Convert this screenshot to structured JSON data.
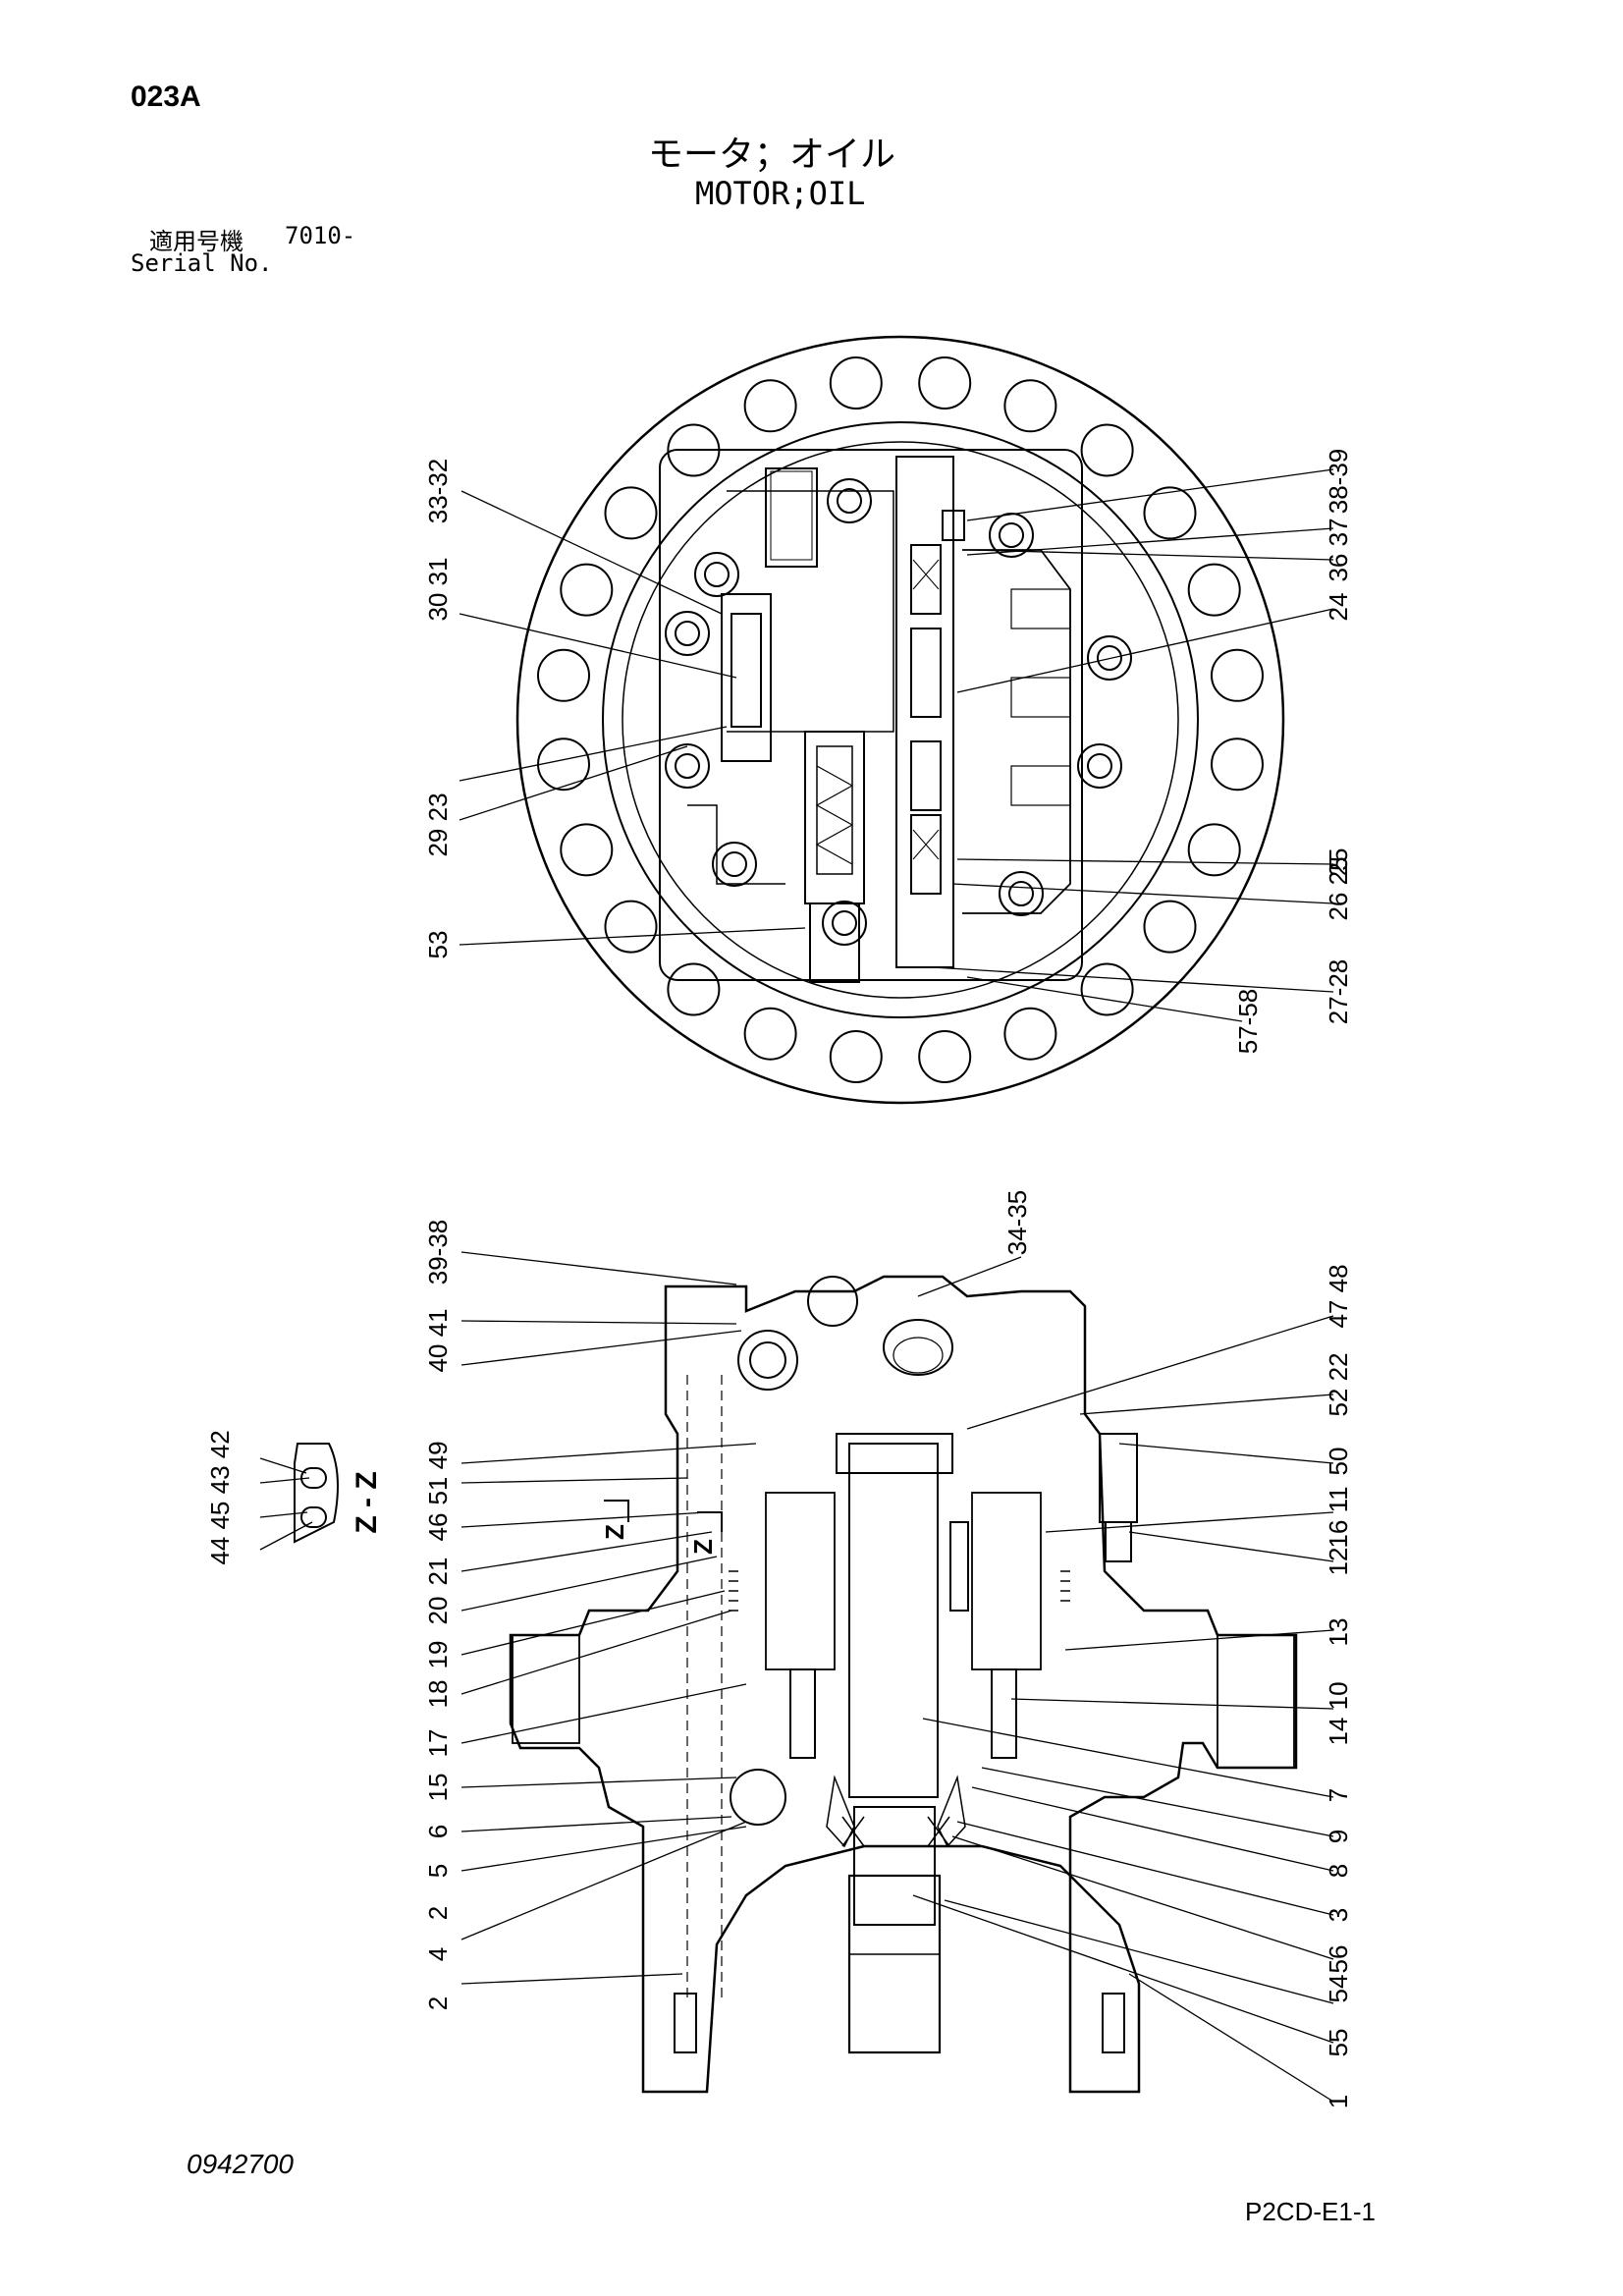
{
  "header": {
    "page_id": "023A",
    "title_ja": "モータ；オイル",
    "title_en": "MOTOR;OIL",
    "serial_label_ja": "適用号機",
    "serial_value": "7010-",
    "serial_label_en": "Serial No."
  },
  "top_view": {
    "callouts_left": [
      "33-32",
      "30 31",
      "29 23",
      "53"
    ],
    "callouts_right": [
      "38-39",
      "36 37",
      "24",
      "25",
      "26 25",
      "27-28",
      "57-58"
    ]
  },
  "section_view": {
    "callouts_left": [
      "39-38",
      "40 41",
      "51 49",
      "46",
      "21",
      "20",
      "19",
      "18",
      "17",
      "15",
      "6",
      "5",
      "2",
      "4",
      "2"
    ],
    "callouts_right": [
      "34-35",
      "47 48",
      "52 22",
      "50",
      "16 11",
      "12",
      "13",
      "14 10",
      "7",
      "9",
      "8",
      "3",
      "56",
      "54",
      "55",
      "1"
    ],
    "detail_label": "Z - Z",
    "detail_callouts": [
      "44 45 43 42"
    ],
    "section_marks": [
      "Z",
      "Z"
    ]
  },
  "footer": {
    "drawing_number": "0942700",
    "sheet_code": "P2CD-E1-1"
  }
}
